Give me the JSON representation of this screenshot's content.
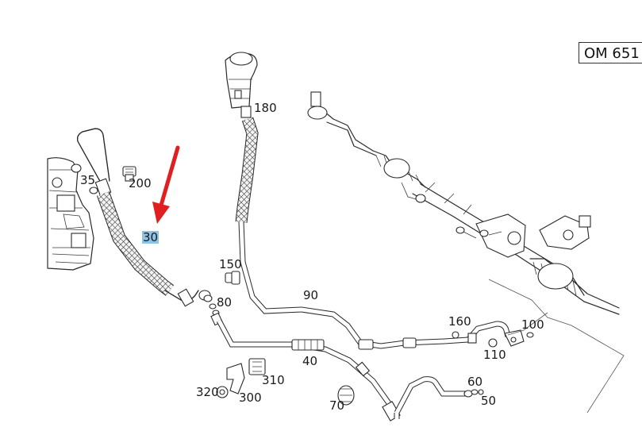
{
  "engine_label": "OM 651",
  "callouts": {
    "c35": "35",
    "c200": "200",
    "c30": "30",
    "c180": "180",
    "c150": "150",
    "c80": "80",
    "c90": "90",
    "c160": "160",
    "c100": "100",
    "c110": "110",
    "c40": "40",
    "c310": "310",
    "c320": "320",
    "c300": "300",
    "c60": "60",
    "c50": "50",
    "c70": "70"
  },
  "highlighted_callout": "30",
  "colors": {
    "highlight": "#8fc3e6",
    "arrow": "#e02020",
    "line": "#2a2a2a"
  }
}
